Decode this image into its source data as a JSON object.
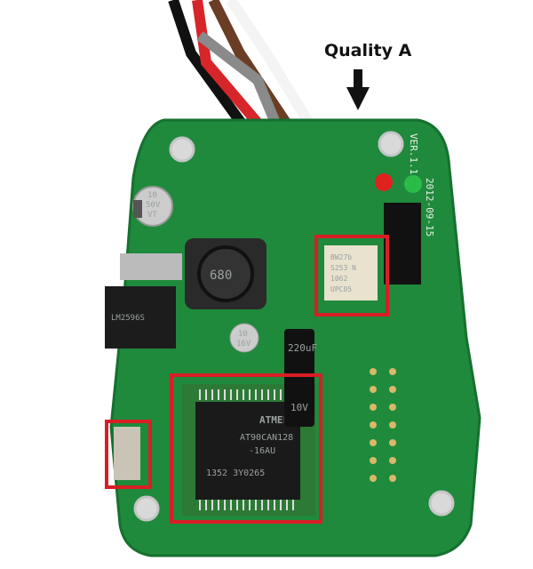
{
  "annotation": {
    "label": "Quality A",
    "arrow_icon": "arrow-down-icon",
    "highlight_color": "#d81e25"
  },
  "board": {
    "color": "#1f8a3c",
    "version": "VER.1.1",
    "date": "2012-09-15",
    "inductor_marking": "680",
    "cap_left": [
      "10",
      "50V",
      "VT"
    ],
    "cap_mid": [
      "10",
      "16V"
    ],
    "cap_big": [
      "220uF",
      "10V"
    ],
    "mcu": {
      "brand": "ATMEL",
      "part": "AT90CAN128",
      "suffix": "-16AU",
      "lot": "1352 3Y0265"
    },
    "relay": {
      "lines": [
        "UPC05",
        "1062",
        "S253 N",
        "BW27b"
      ]
    },
    "regulator": "LM2596S"
  }
}
